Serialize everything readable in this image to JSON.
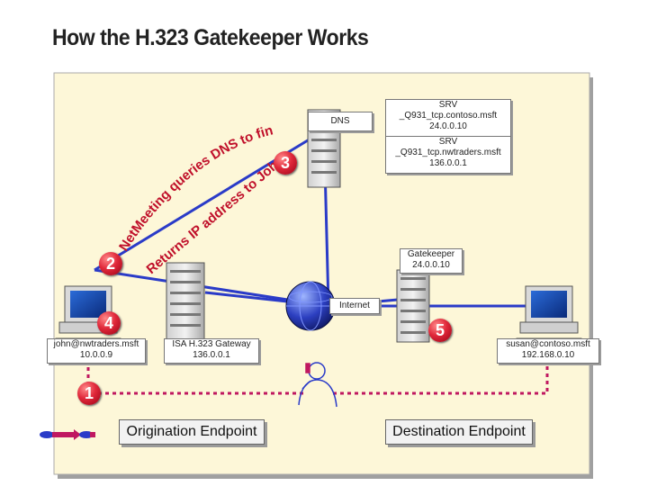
{
  "title": "How the H.323 Gatekeeper Works",
  "dns": {
    "label": "DNS"
  },
  "srv_records": [
    {
      "line1": "SRV",
      "line2": "_Q931_tcp.contoso.msft",
      "line3": "24.0.0.10"
    },
    {
      "line1": "SRV",
      "line2": "_Q931_tcp.nwtraders.msft",
      "line3": "136.0.0.1"
    }
  ],
  "gatekeeper": {
    "line1": "Gatekeeper",
    "line2": "24.0.0.10"
  },
  "internet": {
    "label": "Internet"
  },
  "left_endpoint": {
    "line1": "john@nwtraders.msft",
    "line2": "10.0.0.9"
  },
  "gateway": {
    "line1": "ISA H.323 Gateway",
    "line2": "136.0.0.1"
  },
  "right_endpoint": {
    "line1": "susan@contoso.msft",
    "line2": "192.168.0.10"
  },
  "captions": {
    "origination": "Origination Endpoint",
    "destination": "Destination Endpoint"
  },
  "curved_labels": {
    "upper": "NetMeeting queries DNS to find Gatekeeper",
    "lower": "Returns IP address to John's computer"
  },
  "steps": [
    "1",
    "2",
    "3",
    "4",
    "5"
  ],
  "colors": {
    "panel": "#fdf7d8",
    "link": "#2a3bc8",
    "dashed": "#c01860",
    "curved_text": "#c0102a",
    "step_bubble": "#e0283a"
  }
}
